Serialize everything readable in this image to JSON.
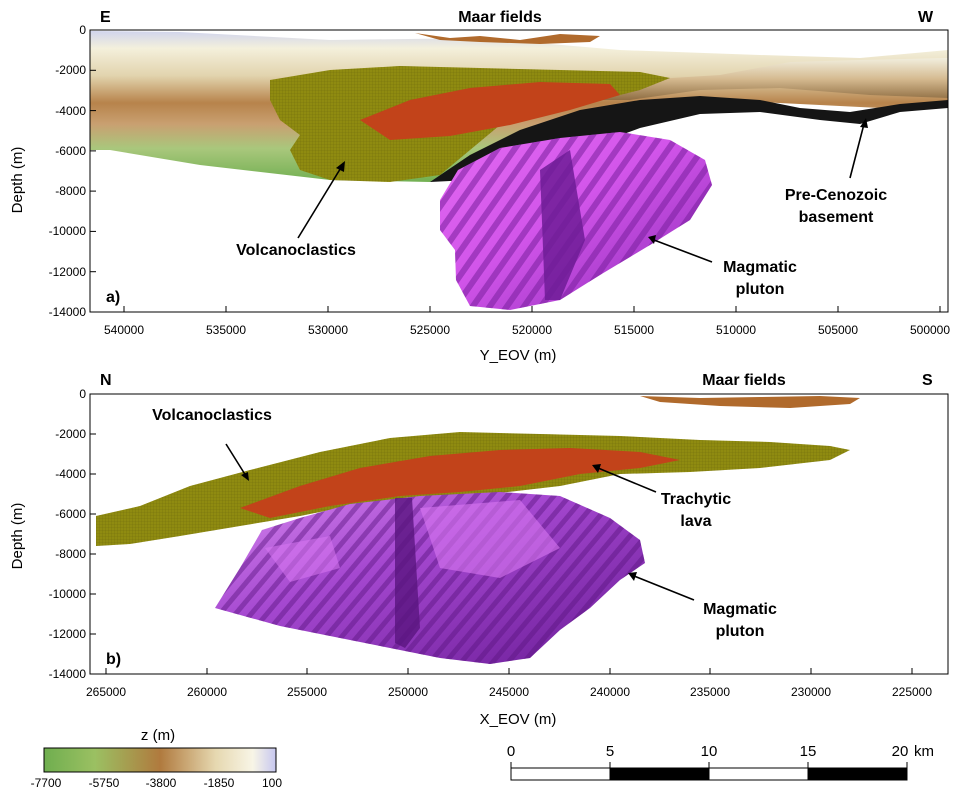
{
  "panel_a": {
    "letter": "a)",
    "left_dir": "E",
    "right_dir": "W",
    "top_label": "Maar fields",
    "y_label": "Depth (m)",
    "x_label": "Y_EOV (m)",
    "y_ticks": [
      "0",
      "-2000",
      "-4000",
      "-6000",
      "-8000",
      "-10000",
      "-12000",
      "-14000"
    ],
    "x_ticks": [
      "540000",
      "535000",
      "530000",
      "525000",
      "520000",
      "515000",
      "510000",
      "505000",
      "500000"
    ],
    "annotations": {
      "volcanoclastics": "Volcanoclastics",
      "magmatic_1": "Magmatic",
      "magmatic_2": "pluton",
      "basement_1": "Pre-Cenozoic",
      "basement_2": "basement"
    }
  },
  "panel_b": {
    "letter": "b)",
    "left_dir": "N",
    "right_dir": "S",
    "top_label": "Maar fields",
    "y_label": "Depth (m)",
    "x_label": "X_EOV (m)",
    "y_ticks": [
      "0",
      "-2000",
      "-4000",
      "-6000",
      "-8000",
      "-10000",
      "-12000",
      "-14000"
    ],
    "x_ticks": [
      "265000",
      "260000",
      "255000",
      "250000",
      "245000",
      "240000",
      "235000",
      "230000",
      "225000"
    ],
    "annotations": {
      "volcanoclastics": "Volcanoclastics",
      "trachytic_1": "Trachytic",
      "trachytic_2": "lava",
      "magmatic_1": "Magmatic",
      "magmatic_2": "pluton"
    }
  },
  "colorbar": {
    "title": "z (m)",
    "ticks": [
      "-7700",
      "-5750",
      "-3800",
      "-1850",
      "100"
    ],
    "colors": [
      "#6fae4f",
      "#9bc062",
      "#b07a3e",
      "#e6d8b0",
      "#f8f5e6",
      "#c7c7f0"
    ]
  },
  "scalebar": {
    "ticks": [
      "0",
      "5",
      "10",
      "15",
      "20"
    ],
    "unit": "km"
  },
  "colors": {
    "volcanoclastics": "#8f8b10",
    "trachytic_lava": "#c2431a",
    "pluton_dark": "#7a20a8",
    "pluton_light": "#e066f0",
    "basement": "#151515"
  }
}
